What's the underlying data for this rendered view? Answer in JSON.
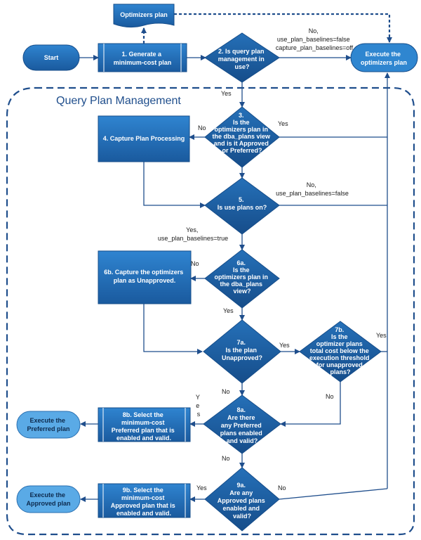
{
  "title": "Query Plan Management",
  "nodes": {
    "start": "Start",
    "optimizer_doc": "Optimizers plan",
    "step1": [
      "1. Generate a",
      "minimum-cost plan"
    ],
    "step2": [
      "2. Is query plan",
      "management in",
      "use?"
    ],
    "execute_optimizer": [
      "Execute the",
      "optimizers plan"
    ],
    "step3": [
      "3.",
      "Is the",
      "optimizers plan in",
      "the dba_plans view",
      "and is it Approved",
      "or Preferred?"
    ],
    "step4": "4. Capture Plan Processing",
    "step5": [
      "5.",
      "Is use plans on?"
    ],
    "step6a": [
      "6a.",
      "Is the",
      "optimizers plan in",
      "the dba_plans",
      "view?"
    ],
    "step6b": [
      "6b. Capture the optimizers",
      "plan as Unapproved."
    ],
    "step7a": [
      "7a.",
      "Is the plan",
      "Unapproved?"
    ],
    "step7b": [
      "7b.",
      "Is the",
      "optimizer plans",
      "total cost below the",
      "execution threshold",
      "for unapproved",
      "plans?"
    ],
    "step8a": [
      "8a.",
      "Are there",
      "any Preferred",
      "plans enabled",
      "and valid?"
    ],
    "step8b": [
      "8b. Select the",
      "minimum-cost",
      "Preferred plan that is",
      "enabled and valid."
    ],
    "execute_preferred": [
      "Execute the",
      "Preferred plan"
    ],
    "step9a": [
      "9a.",
      "Are any",
      "Approved plans",
      "enabled and",
      "valid?"
    ],
    "step9b": [
      "9b. Select the",
      "minimum-cost",
      "Approved plan that is",
      "enabled and valid."
    ],
    "execute_approved": [
      "Execute the",
      "Approved plan"
    ]
  },
  "edge_labels": {
    "step2_no": [
      "No,",
      "use_plan_baselines=false",
      "capture_plan_baselines=off"
    ],
    "step2_yes": "Yes",
    "step3_no": "No",
    "step3_yes": "Yes",
    "step5_no": [
      "No,",
      "use_plan_baselines=false"
    ],
    "step5_yes": [
      "Yes,",
      "use_plan_baselines=true"
    ],
    "step6a_no": "No",
    "step6a_yes": "Yes",
    "step7a_yes": "Yes",
    "step7a_no": "No",
    "step7b_yes": "Yes",
    "step7b_no": "No",
    "step8a_yes": [
      "Y",
      "e",
      "s"
    ],
    "step8a_no": "No",
    "step9a_yes": "Yes",
    "step9a_no": "No"
  },
  "colors": {
    "node_fill": "#1f63a8",
    "node_fill_light": "#2a7cc7",
    "terminal_light": "#5aa9e6",
    "line": "#1f4e8c"
  }
}
